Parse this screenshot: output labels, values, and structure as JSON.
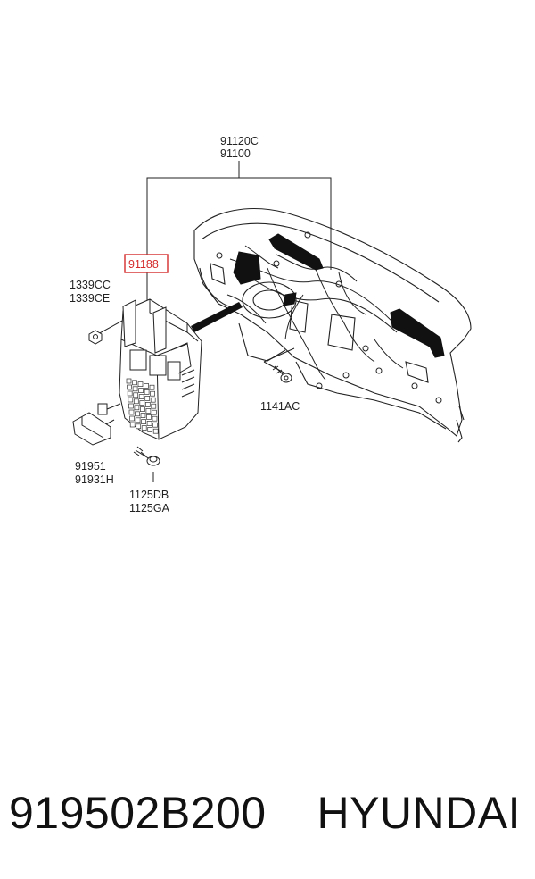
{
  "labels": {
    "harness_main_a": "91120C",
    "harness_main_b": "91100",
    "highlighted_part": "91188",
    "nut_a": "1339CC",
    "nut_b": "1339CE",
    "screw_dash": "1141AC",
    "bracket_a": "91951",
    "bracket_b": "91931H",
    "bolt_a": "1125DB",
    "bolt_b": "1125GA"
  },
  "highlight_color": "#d42a2a",
  "footer": {
    "part_number": "919502B200",
    "brand": "HYUNDAI"
  }
}
